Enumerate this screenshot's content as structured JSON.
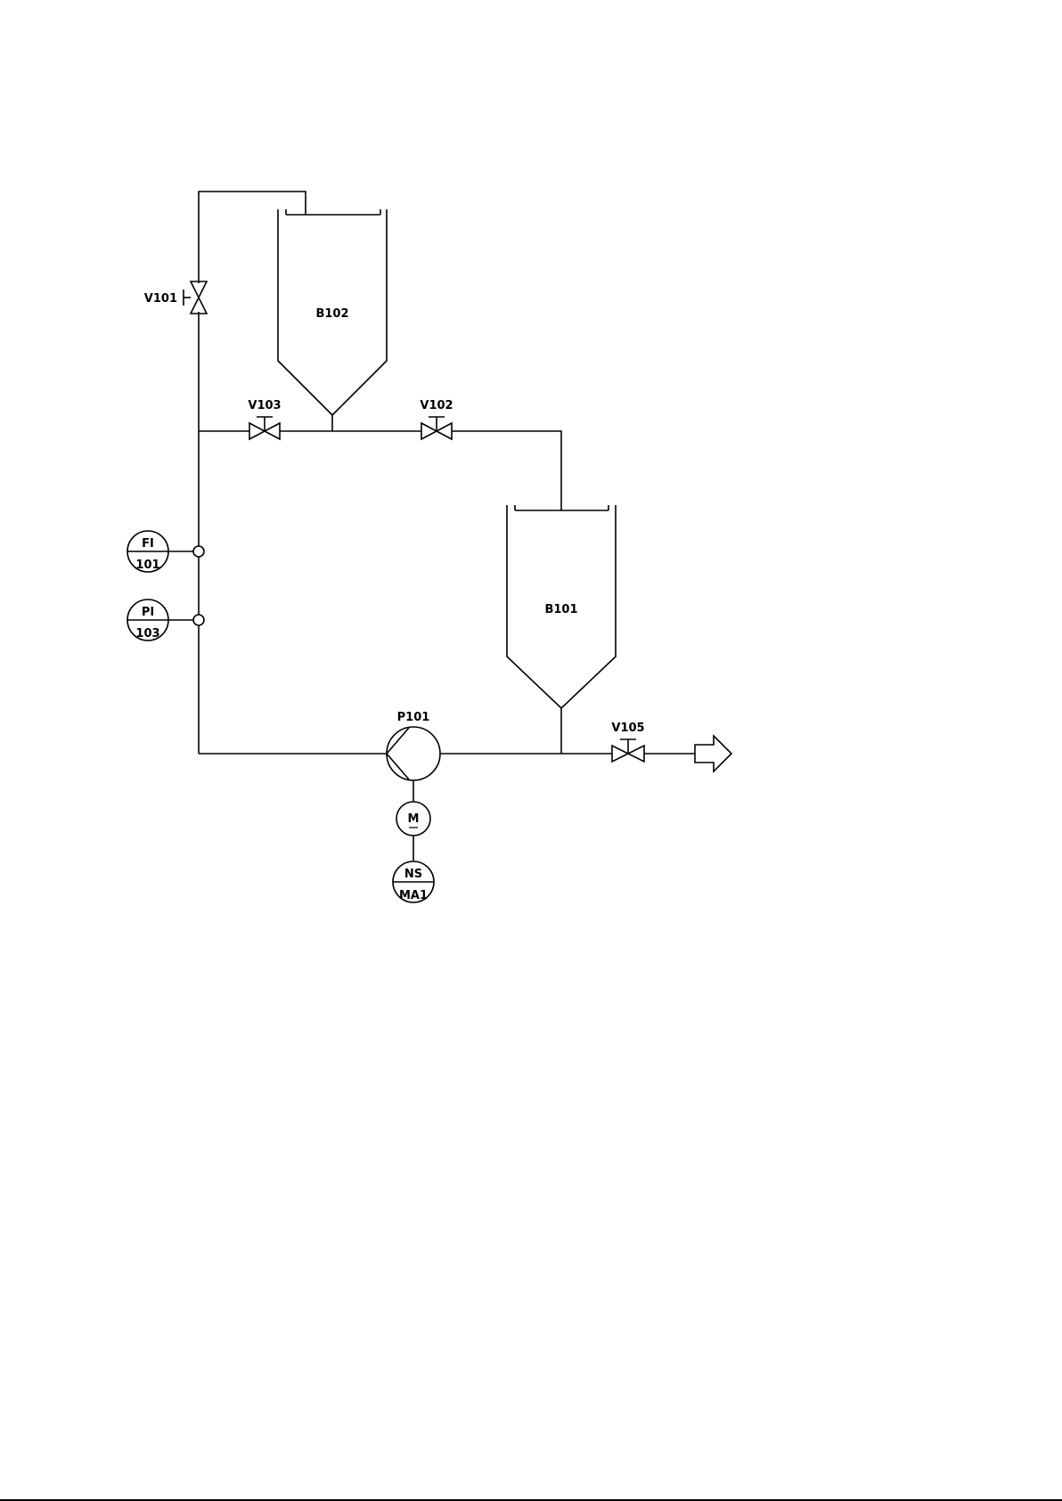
{
  "labels": {
    "tank_b102": "B102",
    "tank_b101": "B101",
    "valve_v101": "V101",
    "valve_v102": "V102",
    "valve_v103": "V103",
    "valve_v105": "V105",
    "pump_p101": "P101",
    "motor": "M",
    "fi_top": "FI",
    "fi_bottom": "101",
    "pi_top": "PI",
    "pi_bottom": "103",
    "ns_top": "NS",
    "ns_bottom": "MA1"
  },
  "colors": {
    "line": "#000000",
    "background": "#ffffff"
  },
  "icons": {
    "outlet": "outlet-arrow-icon",
    "motor": "motor-icon"
  }
}
